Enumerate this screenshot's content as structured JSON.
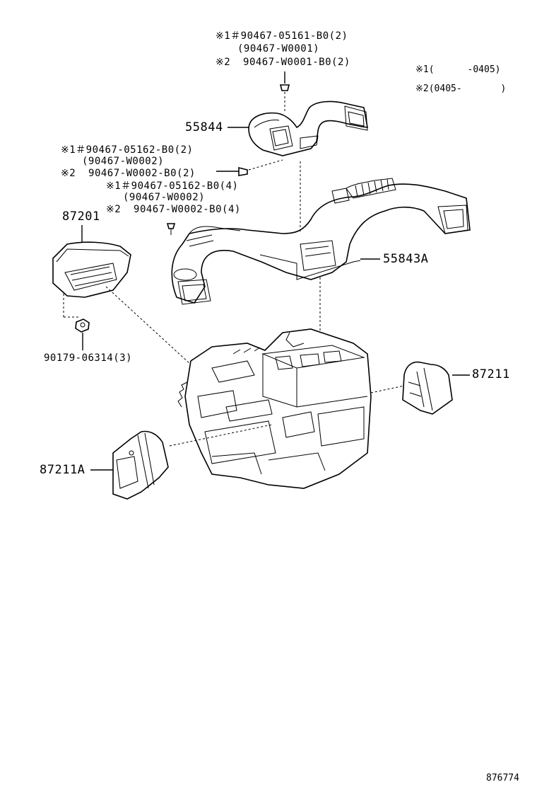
{
  "callouts": {
    "top_line1": "※1＃90467-05161-B0(2)",
    "top_line2": "(90467-W0001)",
    "top_line3": "※2  90467-W0001-B0(2)",
    "range1": "※1(      -0405)",
    "range2": "※2(0405-       )",
    "p55844": "55844",
    "mid_line1": "※1＃90467-05162-B0(2)",
    "mid_line2": "(90467-W0002)",
    "mid_line3": "※2  90467-W0002-B0(2)",
    "mid_line4": "※1＃90467-05162-B0(4)",
    "mid_line5": "(90467-W0002)",
    "mid_line6": "※2  90467-W0002-B0(4)",
    "p87201": "87201",
    "p55843A": "55843A",
    "p90179": "90179-06314(3)",
    "p87211": "87211",
    "p87211A": "87211A",
    "diagram_id": "876774"
  }
}
